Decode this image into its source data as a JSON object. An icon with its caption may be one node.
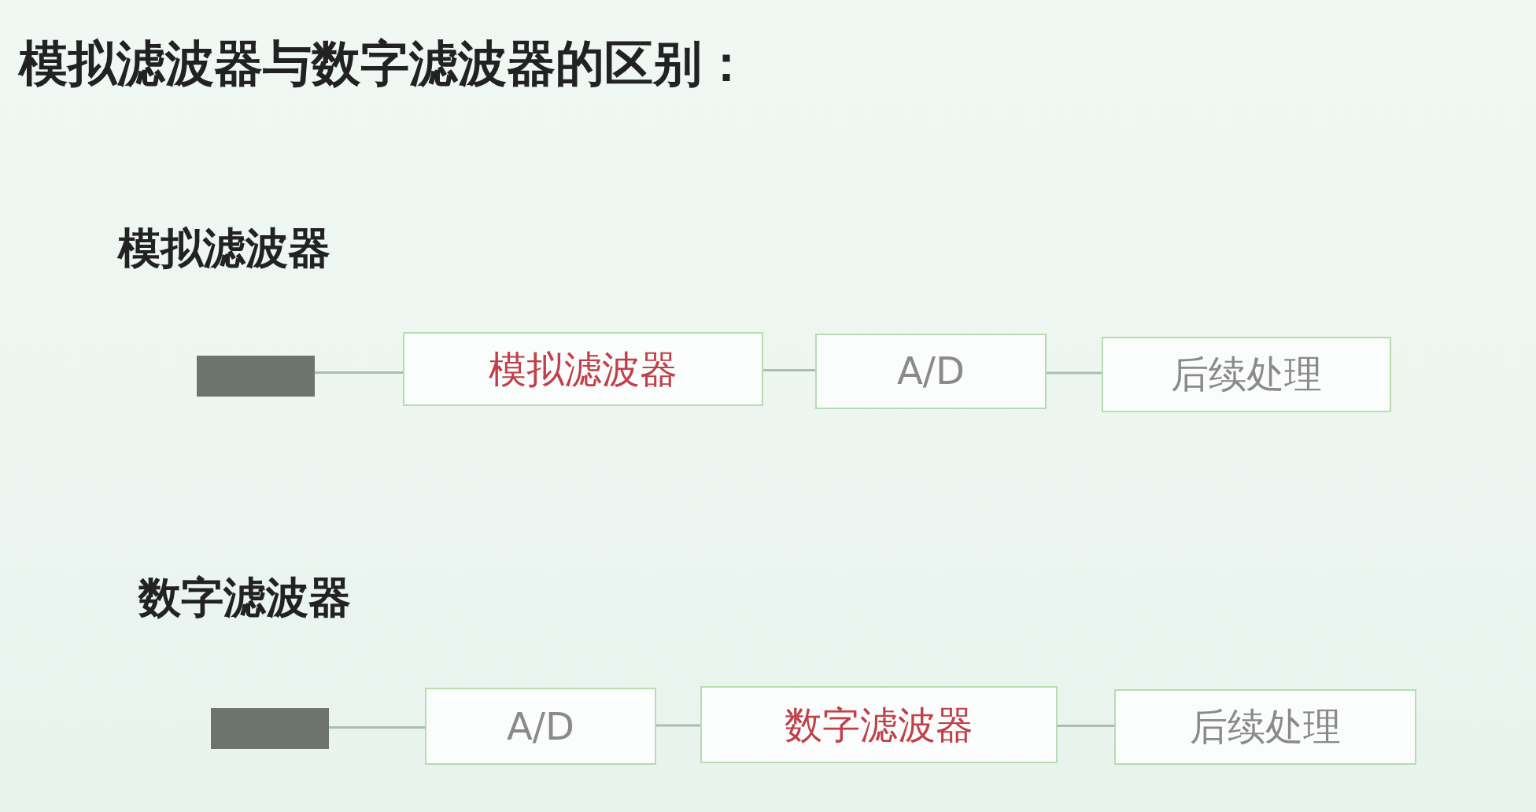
{
  "diagram": {
    "title": "模拟滤波器与数字滤波器的区别：",
    "nodes": [
      {
        "text": [],
        "shape": "bar"
      },
      {
        "text": [
          "模拟滤波器"
        ]
      },
      {
        "text": [
          "A/D"
        ]
      },
      {
        "text": [
          "后续处理"
        ]
      },
      {
        "text": [],
        "shape": "bar"
      },
      {
        "text": [
          "A/D"
        ]
      },
      {
        "text": [
          "数字滤波器"
        ]
      },
      {
        "text": [
          "后续处理"
        ]
      }
    ],
    "edges": [
      {
        "from": 0,
        "to": 1,
        "arrow": "none"
      },
      {
        "from": 1,
        "to": 2,
        "arrow": "none"
      },
      {
        "from": 2,
        "to": 3,
        "arrow": "none"
      },
      {
        "from": 4,
        "to": 5,
        "arrow": "none"
      },
      {
        "from": 5,
        "to": 6,
        "arrow": "none"
      },
      {
        "from": 6,
        "to": 7,
        "arrow": "none"
      }
    ],
    "labels": [
      "模拟滤波器",
      "数字滤波器"
    ]
  }
}
